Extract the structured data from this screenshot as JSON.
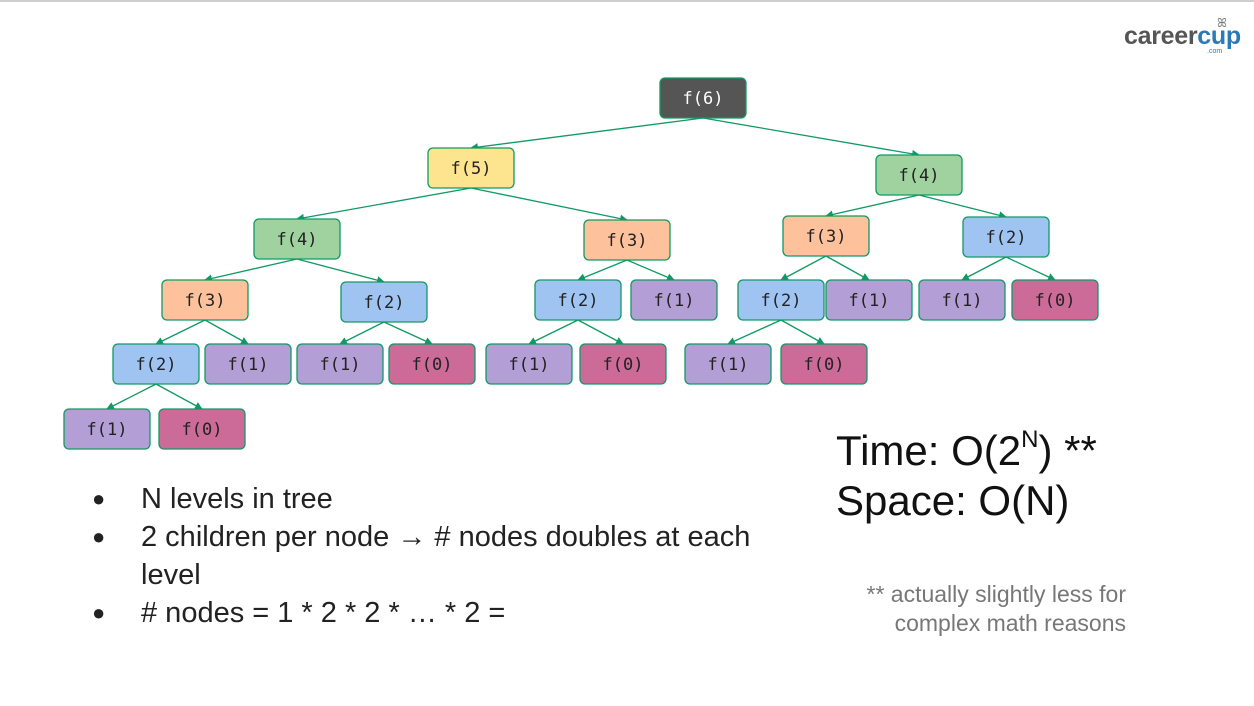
{
  "logo": {
    "word_main": "career",
    "word_accent": "cup",
    "suffix": ".com"
  },
  "colors": {
    "f6": "#555555",
    "f5": "#fde48f",
    "f4": "#9fd29f",
    "f3": "#fdc29b",
    "f2": "#9fc4f2",
    "f1": "#b39fd6",
    "f0": "#cc6a98",
    "edge": "#0f9a64"
  },
  "tree": {
    "nodes": [
      {
        "id": "n1",
        "label": "f(6)"
      },
      {
        "id": "n2",
        "label": "f(5)"
      },
      {
        "id": "n3",
        "label": "f(4)"
      },
      {
        "id": "n4",
        "label": "f(4)"
      },
      {
        "id": "n5",
        "label": "f(3)"
      },
      {
        "id": "n6",
        "label": "f(3)"
      },
      {
        "id": "n7",
        "label": "f(2)"
      },
      {
        "id": "n8",
        "label": "f(3)"
      },
      {
        "id": "n9",
        "label": "f(2)"
      },
      {
        "id": "n10",
        "label": "f(2)"
      },
      {
        "id": "n11",
        "label": "f(1)"
      },
      {
        "id": "n12",
        "label": "f(2)"
      },
      {
        "id": "n13",
        "label": "f(1)"
      },
      {
        "id": "n14",
        "label": "f(1)"
      },
      {
        "id": "n15",
        "label": "f(0)"
      },
      {
        "id": "n16",
        "label": "f(2)"
      },
      {
        "id": "n17",
        "label": "f(1)"
      },
      {
        "id": "n18",
        "label": "f(1)"
      },
      {
        "id": "n19",
        "label": "f(0)"
      },
      {
        "id": "n20",
        "label": "f(1)"
      },
      {
        "id": "n21",
        "label": "f(0)"
      },
      {
        "id": "n22",
        "label": "f(1)"
      },
      {
        "id": "n23",
        "label": "f(0)"
      },
      {
        "id": "n24",
        "label": "f(1)"
      },
      {
        "id": "n25",
        "label": "f(0)"
      }
    ],
    "edges": [
      [
        "n1",
        "n2"
      ],
      [
        "n1",
        "n3"
      ],
      [
        "n2",
        "n4"
      ],
      [
        "n2",
        "n5"
      ],
      [
        "n3",
        "n6"
      ],
      [
        "n3",
        "n7"
      ],
      [
        "n4",
        "n8"
      ],
      [
        "n4",
        "n9"
      ],
      [
        "n5",
        "n10"
      ],
      [
        "n5",
        "n11"
      ],
      [
        "n6",
        "n12"
      ],
      [
        "n6",
        "n13"
      ],
      [
        "n7",
        "n14"
      ],
      [
        "n7",
        "n15"
      ],
      [
        "n8",
        "n16"
      ],
      [
        "n8",
        "n17"
      ],
      [
        "n9",
        "n18"
      ],
      [
        "n9",
        "n19"
      ],
      [
        "n10",
        "n20"
      ],
      [
        "n10",
        "n21"
      ],
      [
        "n12",
        "n22"
      ],
      [
        "n12",
        "n23"
      ],
      [
        "n16",
        "n24"
      ],
      [
        "n16",
        "n25"
      ]
    ]
  },
  "bullets": [
    "N levels in tree",
    "2 children per node → # nodes doubles at each level",
    "# nodes = 1 * 2 * 2 * … * 2 ="
  ],
  "bullet_symbol": "●",
  "complexity": {
    "time_prefix": "Time: O(2",
    "time_exp": "N",
    "time_suffix": ") **",
    "space": "Space: O(N)"
  },
  "footnote": {
    "line1": "** actually slightly less for",
    "line2": "complex math reasons"
  }
}
